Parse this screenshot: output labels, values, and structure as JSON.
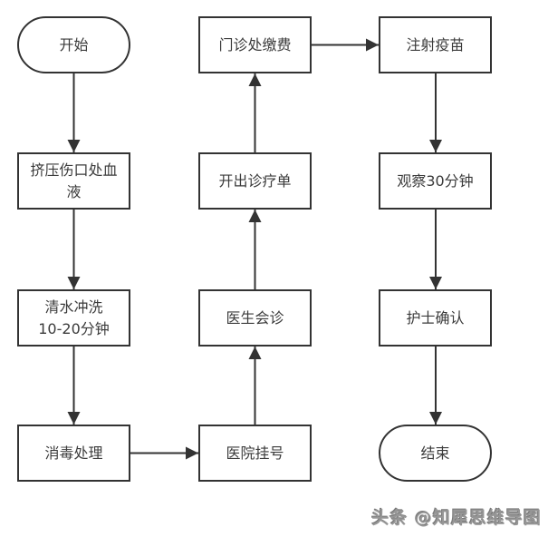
{
  "diagram": {
    "type": "flowchart",
    "nodes": {
      "start": {
        "label": "开始",
        "shape": "terminator"
      },
      "squeeze": {
        "label": "挤压伤口处血液",
        "shape": "process"
      },
      "rinse": {
        "label": "清水冲洗\n10-20分钟",
        "shape": "process"
      },
      "disinfect": {
        "label": "消毒处理",
        "shape": "process"
      },
      "register": {
        "label": "医院挂号",
        "shape": "process"
      },
      "consult": {
        "label": "医生会诊",
        "shape": "process"
      },
      "order": {
        "label": "开出诊疗单",
        "shape": "process"
      },
      "pay": {
        "label": "门诊处缴费",
        "shape": "process"
      },
      "inject": {
        "label": "注射疫苗",
        "shape": "process"
      },
      "observe": {
        "label": "观察30分钟",
        "shape": "process"
      },
      "nurse": {
        "label": "护士确认",
        "shape": "process"
      },
      "end": {
        "label": "结束",
        "shape": "terminator"
      }
    },
    "edges": [
      {
        "from": "start",
        "to": "squeeze"
      },
      {
        "from": "squeeze",
        "to": "rinse"
      },
      {
        "from": "rinse",
        "to": "disinfect"
      },
      {
        "from": "disinfect",
        "to": "register"
      },
      {
        "from": "register",
        "to": "consult"
      },
      {
        "from": "consult",
        "to": "order"
      },
      {
        "from": "order",
        "to": "pay"
      },
      {
        "from": "pay",
        "to": "inject"
      },
      {
        "from": "inject",
        "to": "observe"
      },
      {
        "from": "observe",
        "to": "nurse"
      },
      {
        "from": "nurse",
        "to": "end"
      }
    ],
    "colors": {
      "stroke": "#333333",
      "text": "#3b3b3b",
      "background": "#ffffff",
      "watermark": "#969696"
    }
  },
  "watermark": {
    "text": "头条 @知犀思维导图"
  }
}
